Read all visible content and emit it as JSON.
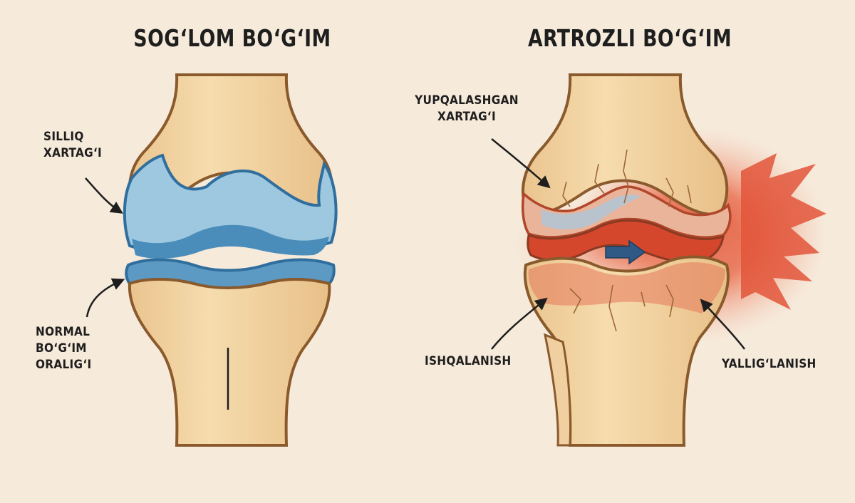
{
  "healthy": {
    "title": "SOG‘LOM BO‘G‘IM",
    "labels": {
      "cartilage_line1": "SILLIQ",
      "cartilage_line2": "XARTAG‘I",
      "space_line1": "NORMAL",
      "space_line2": "BO‘G‘IM",
      "space_line3": "ORALIG‘I"
    }
  },
  "arthritic": {
    "title": "ARTROZLI BO‘G‘IM",
    "labels": {
      "thin_line1": "YUPQALASHGAN",
      "thin_line2": "XARTAG‘I",
      "friction": "ISHQALANISH",
      "inflammation": "YALLIG‘LANISH"
    }
  },
  "colors": {
    "background": "#f6eadb",
    "bone_fill": "#f1d4a3",
    "bone_outline": "#8a5a2c",
    "cartilage_light": "#9ec8e0",
    "cartilage_dark": "#3d7fae",
    "inflammation": "#e0492d",
    "arrow": "#2f5a86"
  },
  "icons": [
    "friction-arrow-icon",
    "inflammation-burst-icon"
  ]
}
